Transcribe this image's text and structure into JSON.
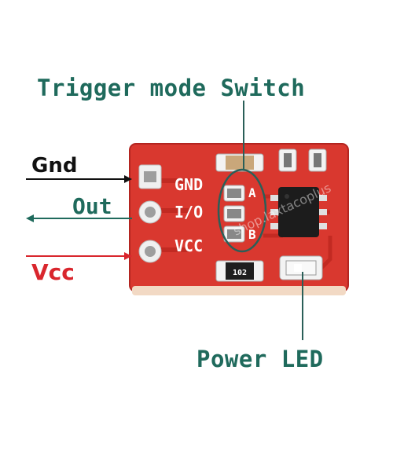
{
  "labels": {
    "title": "Trigger mode Switch",
    "gnd": "Gnd",
    "out": "Out",
    "vcc": "Vcc",
    "power_led": "Power LED"
  },
  "board": {
    "silkscreen": {
      "gnd": "GND",
      "io": "I/O",
      "vcc": "VCC",
      "a": "A",
      "b": "B"
    },
    "resistor_code": "102",
    "watermark": "shop.laxtacoplus"
  },
  "colors": {
    "pcb": "#d9382f",
    "label_teal": "#1f6a5c",
    "vcc_red": "#d9262d",
    "gnd_black": "#111111"
  }
}
